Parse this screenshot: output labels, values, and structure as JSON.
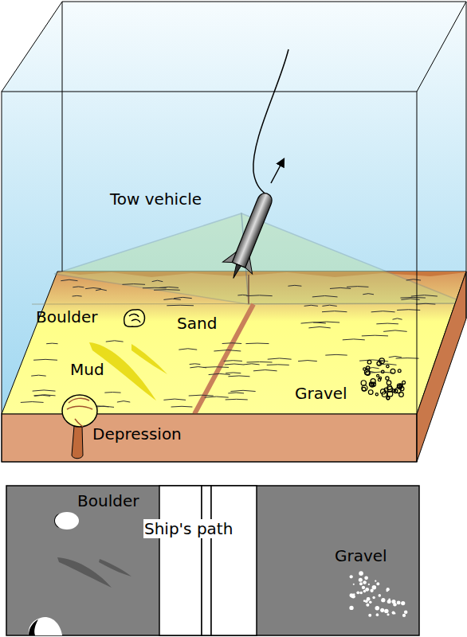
{
  "diagram": {
    "labels": [
      "Tow vehicle",
      "Boulder",
      "Sand",
      "Mud",
      "Gravel",
      "Depression",
      "Boulder",
      "Ship's path",
      "Gravel"
    ]
  }
}
